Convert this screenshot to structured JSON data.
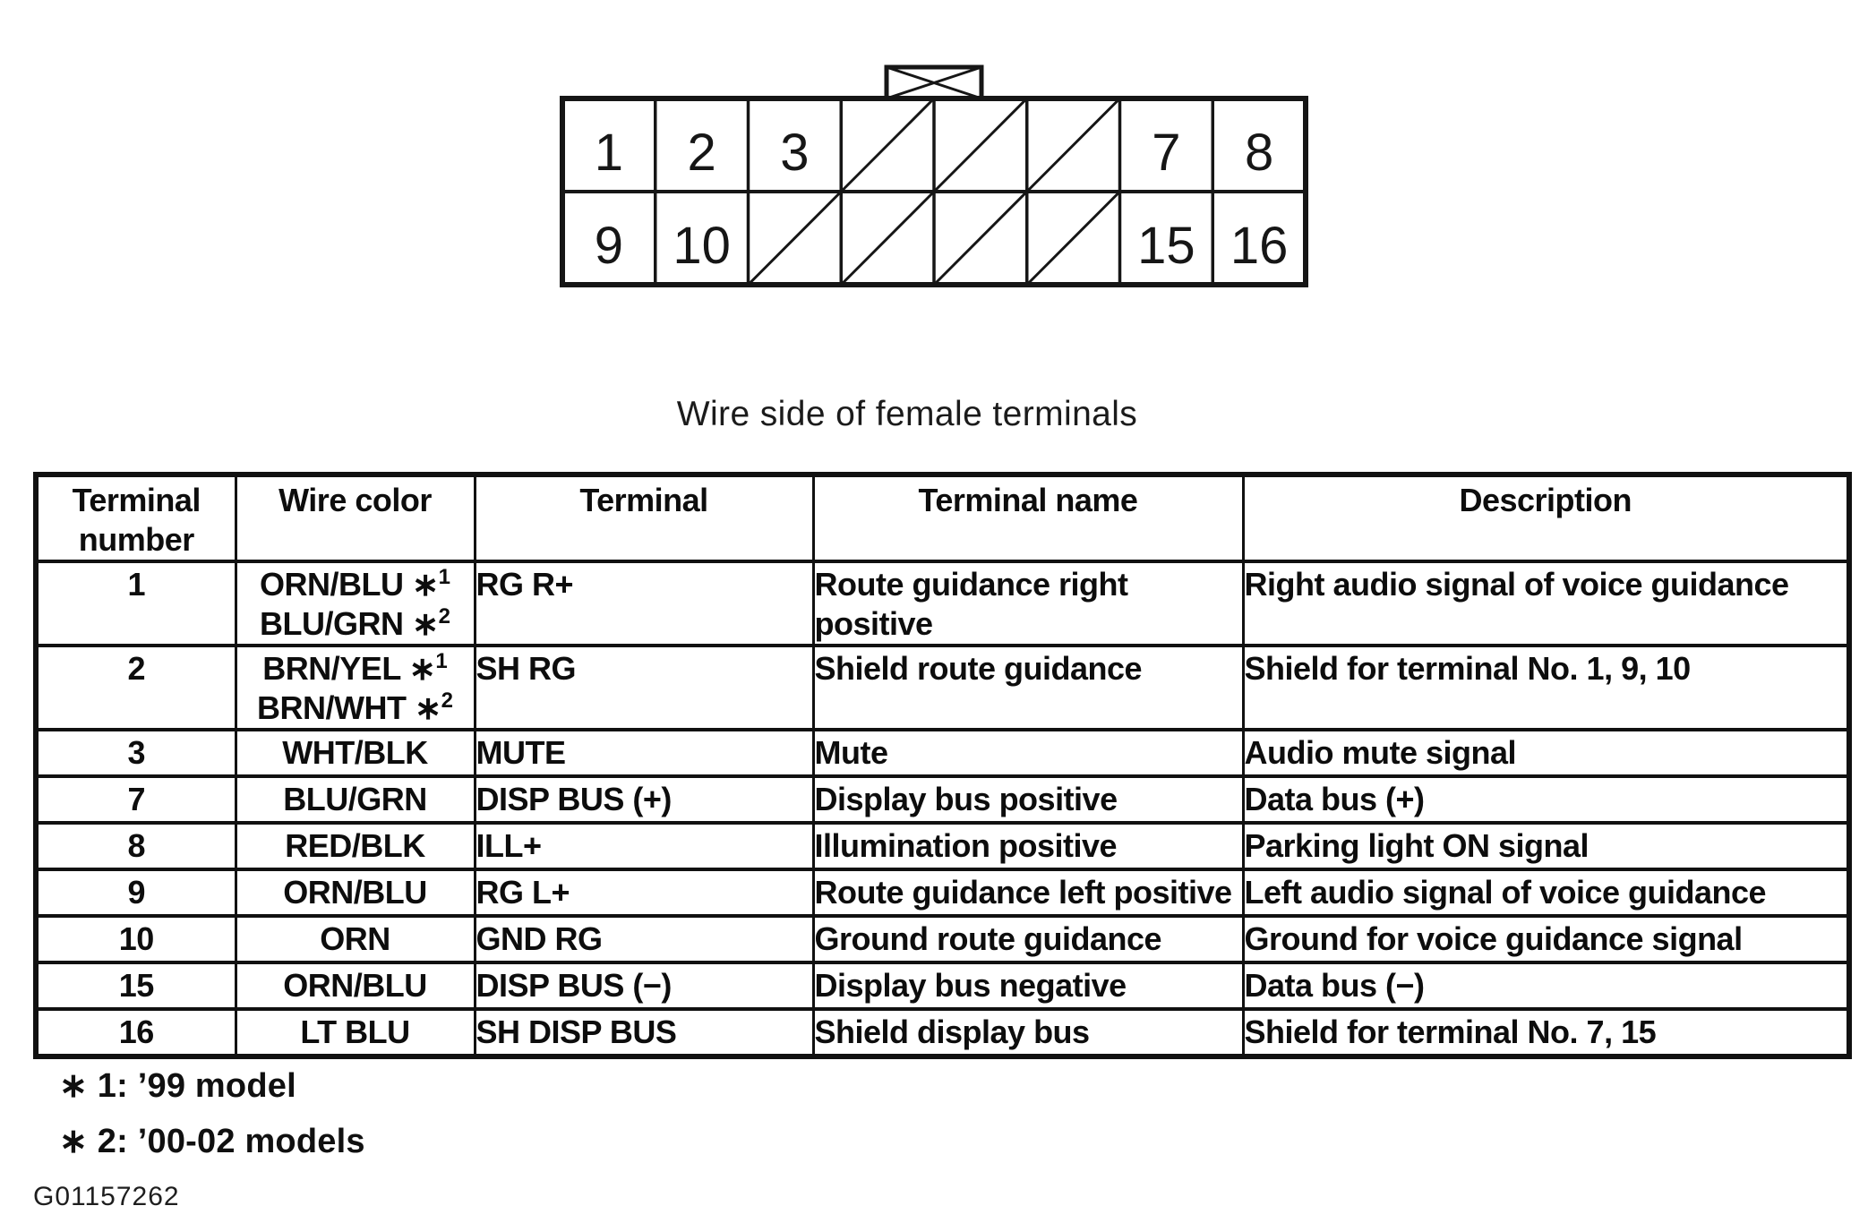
{
  "document": {
    "caption": "Wire side of female terminals",
    "figure_id": "G01157262",
    "footnotes": [
      "∗ 1: ’99 model",
      "∗ 2: ’00-02 models"
    ]
  },
  "connector": {
    "description": "16-pin connector, wire side of female terminals, keying tab with X on top",
    "tab": {
      "crossed": true
    },
    "rows": [
      [
        {
          "label": "1"
        },
        {
          "label": "2"
        },
        {
          "label": "3"
        },
        {
          "hatched": true
        },
        {
          "hatched": true
        },
        {
          "hatched": true
        },
        {
          "label": "7"
        },
        {
          "label": "8"
        }
      ],
      [
        {
          "label": "9"
        },
        {
          "label": "10"
        },
        {
          "hatched": true
        },
        {
          "hatched": true
        },
        {
          "hatched": true
        },
        {
          "hatched": true
        },
        {
          "label": "15"
        },
        {
          "label": "16"
        }
      ]
    ]
  },
  "table": {
    "headers": [
      "Terminal number",
      "Wire color",
      "Terminal",
      "Terminal name",
      "Description"
    ],
    "rows": [
      {
        "number": "1",
        "wire_color": [
          {
            "label": "ORN/BLU",
            "note": "1"
          },
          {
            "label": "BLU/GRN",
            "note": "2"
          }
        ],
        "terminal": "RG R+",
        "terminal_name": "Route guidance right positive",
        "description": "Right audio signal of voice guidance"
      },
      {
        "number": "2",
        "wire_color": [
          {
            "label": "BRN/YEL",
            "note": "1"
          },
          {
            "label": "BRN/WHT",
            "note": "2"
          }
        ],
        "terminal": "SH RG",
        "terminal_name": "Shield route guidance",
        "description": "Shield for terminal No. 1, 9, 10"
      },
      {
        "number": "3",
        "wire_color": [
          {
            "label": "WHT/BLK",
            "note": ""
          }
        ],
        "terminal": "MUTE",
        "terminal_name": "Mute",
        "description": "Audio mute signal"
      },
      {
        "number": "7",
        "wire_color": [
          {
            "label": "BLU/GRN",
            "note": ""
          }
        ],
        "terminal": "DISP BUS (+)",
        "terminal_name": "Display bus positive",
        "description": "Data bus (+)"
      },
      {
        "number": "8",
        "wire_color": [
          {
            "label": "RED/BLK",
            "note": ""
          }
        ],
        "terminal": "ILL+",
        "terminal_name": "Illumination positive",
        "description": "Parking light ON signal"
      },
      {
        "number": "9",
        "wire_color": [
          {
            "label": "ORN/BLU",
            "note": ""
          }
        ],
        "terminal": "RG L+",
        "terminal_name": "Route guidance left positive",
        "description": "Left audio signal of voice guidance"
      },
      {
        "number": "10",
        "wire_color": [
          {
            "label": "ORN",
            "note": ""
          }
        ],
        "terminal": "GND RG",
        "terminal_name": "Ground route guidance",
        "description": "Ground for voice guidance signal"
      },
      {
        "number": "15",
        "wire_color": [
          {
            "label": "ORN/BLU",
            "note": ""
          }
        ],
        "terminal": "DISP BUS (−)",
        "terminal_name": "Display bus negative",
        "description": "Data bus (−)"
      },
      {
        "number": "16",
        "wire_color": [
          {
            "label": "LT BLU",
            "note": ""
          }
        ],
        "terminal": "SH DISP BUS",
        "terminal_name": "Shield display bus",
        "description": "Shield for terminal No. 7, 15"
      }
    ]
  },
  "colors": {
    "ink": "#161616",
    "paper": "#ffffff"
  }
}
